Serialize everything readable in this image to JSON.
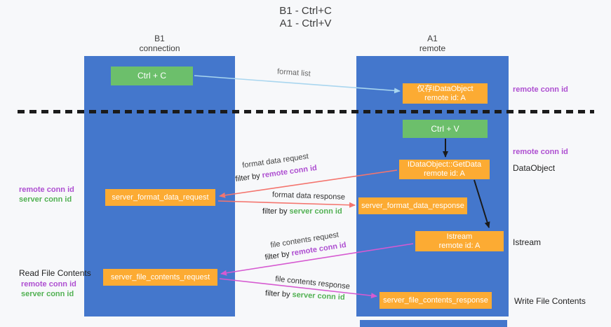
{
  "title": {
    "line1": "B1 - Ctrl+C",
    "line2": "A1 - Ctrl+V"
  },
  "lanes": {
    "left": {
      "name": "B1",
      "sub": "connection"
    },
    "right": {
      "name": "A1",
      "sub": "remote"
    }
  },
  "boxes": {
    "ctrl_c": {
      "label": "Ctrl + C"
    },
    "ctrl_v": {
      "label": "Ctrl + V"
    },
    "idataobject": {
      "line1": "仅存IDataObject",
      "line2": "remote id: A"
    },
    "getdata": {
      "line1": "IDataObject::GetData",
      "line2": "remote id: A"
    },
    "istream": {
      "line1": "Istream",
      "line2": "remote id: A"
    },
    "format_request": {
      "label": "server_format_data_request"
    },
    "format_response": {
      "label": "server_format_data_response"
    },
    "file_request": {
      "label": "server_file_contents_request"
    },
    "file_response": {
      "label": "server_file_contents_response"
    }
  },
  "arrows": {
    "format_list": "format list",
    "format_data_request": "format data request",
    "format_data_response": "format data response",
    "file_contents_request": "file contents request",
    "file_contents_response": "file contents response",
    "filter_prefix": "filter by",
    "remote_conn_id": "remote conn id",
    "server_conn_id": "server conn id"
  },
  "side_labels": {
    "right_remote_conn_id_top": "remote conn id",
    "right_remote_conn_id_mid": "remote conn id",
    "dataobject": "DataObject",
    "istream": "Istream",
    "write_file_contents": "Write File Contents",
    "left_remote_conn_id_top": "remote conn id",
    "left_server_conn_id_top": "server conn id",
    "read_file_contents": "Read File Contents",
    "left_remote_conn_id_bottom": "remote conn id",
    "left_server_conn_id_bottom": "server conn id"
  },
  "colors": {
    "lane_blue": "#4477cc",
    "box_green": "#6cbf6b",
    "box_orange": "#fcab33",
    "accent_purple": "#ae4fd1",
    "accent_green": "#52b153",
    "arrow_blue": "#a9d6ef",
    "arrow_red": "#f4756e",
    "arrow_magenta": "#d65ad1",
    "arrow_black": "#1a1a1a"
  }
}
